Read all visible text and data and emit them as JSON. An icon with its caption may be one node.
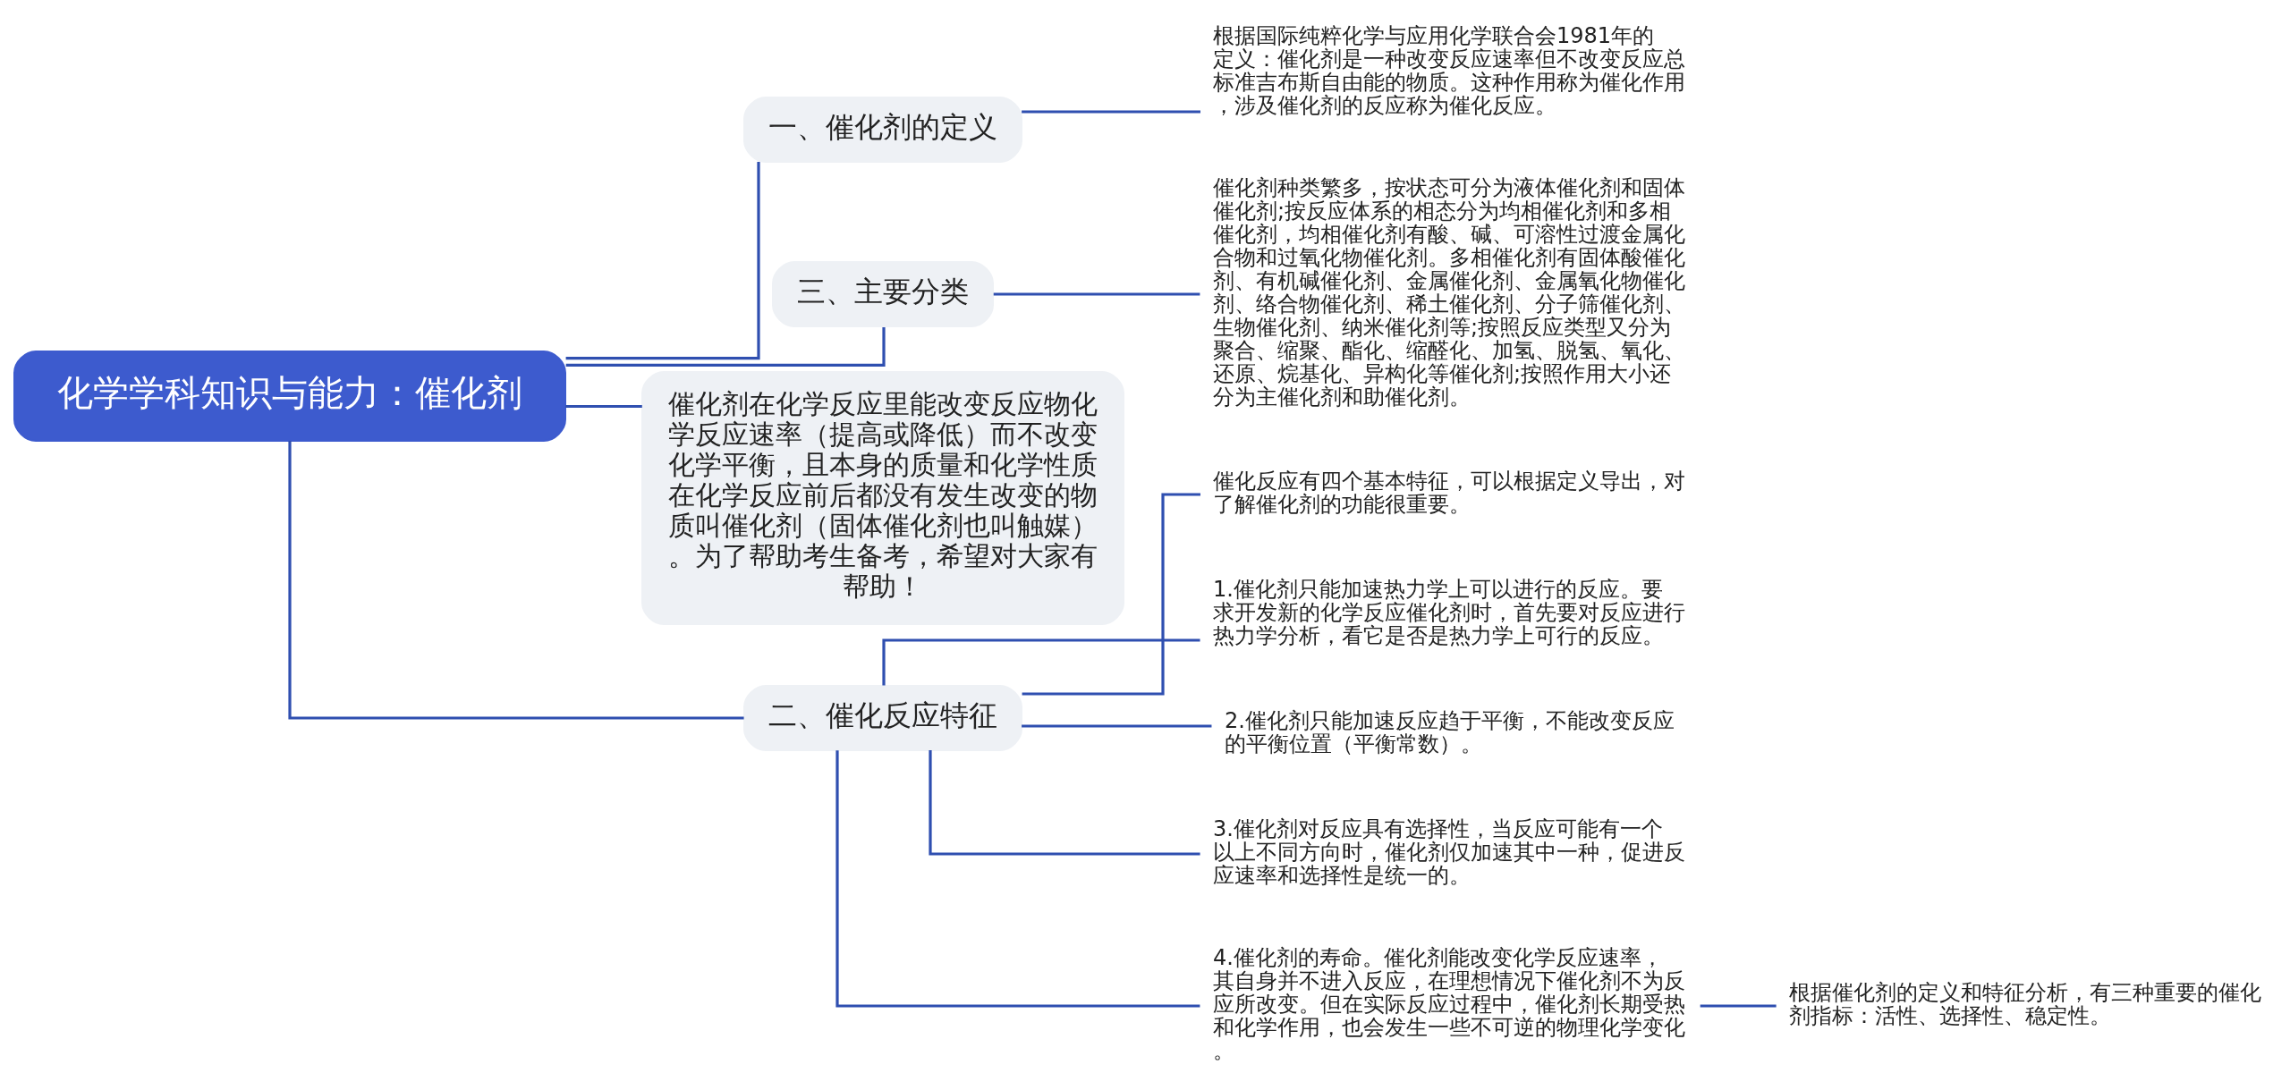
{
  "diagram": {
    "nodes": [
      {
        "text": [
          "化学学科知识与能力：催化剂"
        ]
      },
      {
        "text": [
          "一、催化剂的定义"
        ]
      },
      {
        "text": [
          "根据国际纯粹化学与应用化学联合会1981年的定义：催化剂是一种改变反应速率但不改变反应总标准吉布斯自由能的物质。这种作用称为催化作用，涉及催化剂的反应称为催化反应。"
        ]
      },
      {
        "text": [
          "三、主要分类"
        ]
      },
      {
        "text": [
          "催化剂种类繁多，按状态可分为液体催化剂和固体催化剂;按反应体系的相态分为均相催化剂和多相催化剂，均相催化剂有酸、碱、可溶性过渡金属化合物和过氧化物催化剂。多相催化剂有固体酸催化剂、有机碱催化剂、金属催化剂、金属氧化物催化剂、络合物催化剂、稀土催化剂、分子筛催化剂、生物催化剂、纳米催化剂等;按照反应类型又分为聚合、缩聚、酯化、缩醛化、加氢、脱氢、氧化、还原、烷基化、异构化等催化剂;按照作用大小还分为主催化剂和助催化剂。"
        ]
      },
      {
        "text": [
          "催化剂在化学反应里能改变反应物化学反应速率（提高或降低）而不改变化学平衡，且本身的质量和化学性质在化学反应前后都没有发生改变的物质叫催化剂（固体催化剂也叫触媒）。为了帮助考生备考，希望对大家有帮助！"
        ]
      },
      {
        "text": [
          "二、催化反应特征"
        ]
      },
      {
        "text": [
          "催化反应有四个基本特征，可以根据定义导出，对了解催化剂的功能很重要。"
        ]
      },
      {
        "text": [
          "1.催化剂只能加速热力学上可以进行的反应。要求开发新的化学反应催化剂时，首先要对反应进行热力学分析，看它是否是热力学上可行的反应。"
        ]
      },
      {
        "text": [
          "2.催化剂只能加速反应趋于平衡，不能改变反应的平衡位置（平衡常数）。"
        ]
      },
      {
        "text": [
          "3.催化剂对反应具有选择性，当反应可能有一个以上不同方向时，催化剂仅加速其中一种，促进反应速率和选择性是统一的。"
        ]
      },
      {
        "text": [
          "4.催化剂的寿命。催化剂能改变化学反应速率，其自身并不进入反应，在理想情况下催化剂不为反应所改变。但在实际反应过程中，催化剂长期受热和化学作用，也会发生一些不可逆的物理化学变化。"
        ]
      },
      {
        "text": [
          "根据催化剂的定义和特征分析，有三种重要的催化剂指标：活性、选择性、稳定性。"
        ]
      }
    ],
    "edges": [
      {
        "from": 0,
        "to": 1,
        "arrow": "none"
      },
      {
        "from": 1,
        "to": 2,
        "arrow": "none"
      },
      {
        "from": 0,
        "to": 3,
        "arrow": "none"
      },
      {
        "from": 3,
        "to": 4,
        "arrow": "none"
      },
      {
        "from": 0,
        "to": 5,
        "arrow": "none"
      },
      {
        "from": 0,
        "to": 6,
        "arrow": "none"
      },
      {
        "from": 6,
        "to": 7,
        "arrow": "none"
      },
      {
        "from": 6,
        "to": 8,
        "arrow": "none"
      },
      {
        "from": 6,
        "to": 9,
        "arrow": "none"
      },
      {
        "from": 6,
        "to": 10,
        "arrow": "none"
      },
      {
        "from": 6,
        "to": 11,
        "arrow": "none"
      },
      {
        "from": 11,
        "to": 12,
        "arrow": "none"
      }
    ]
  }
}
